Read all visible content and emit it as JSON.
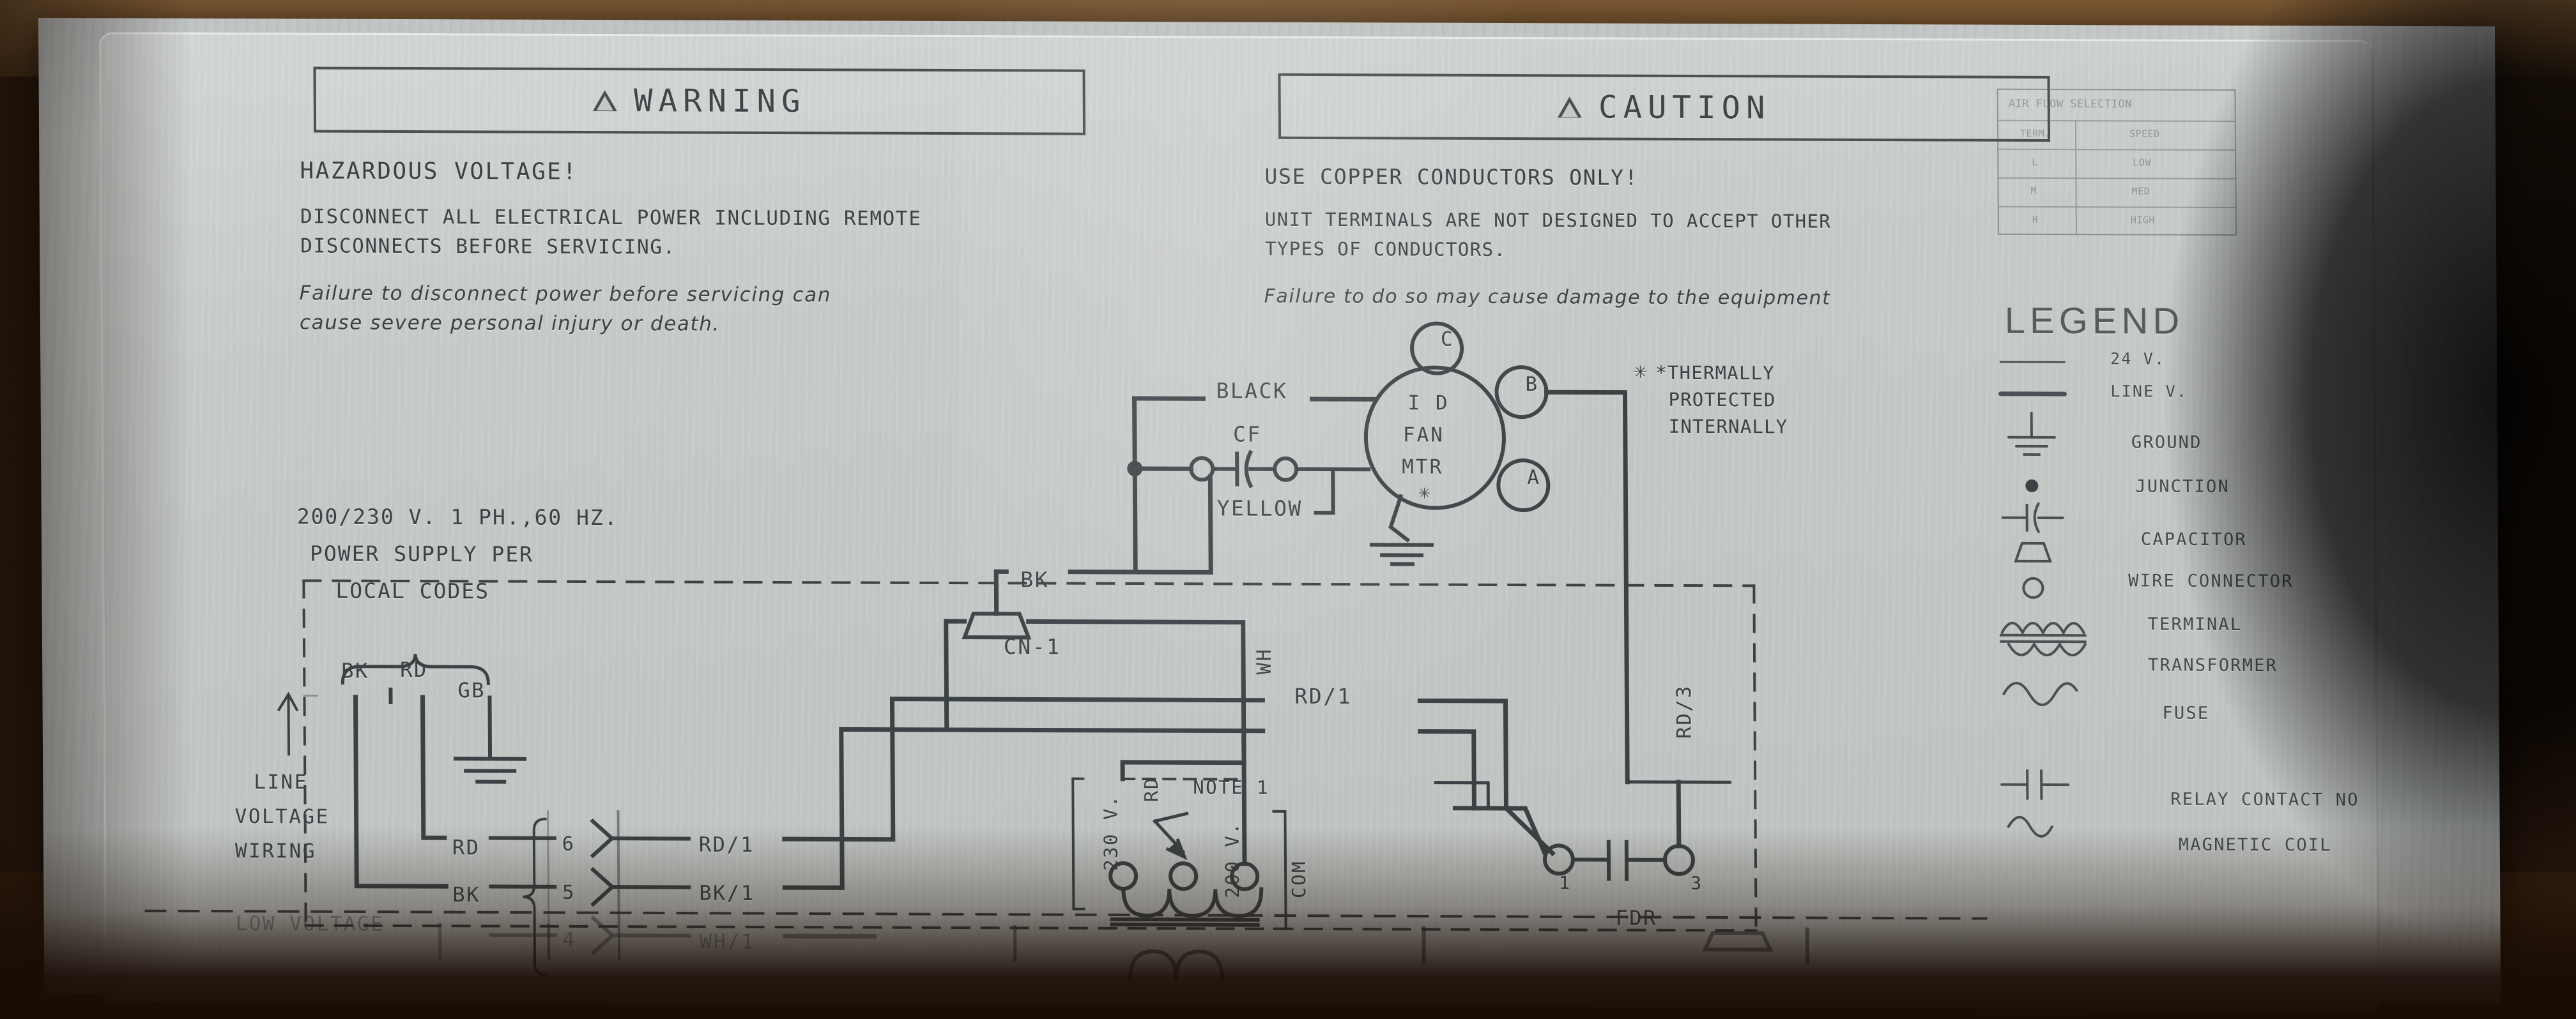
{
  "label": {
    "type": "hvac-wiring-diagram-nameplate",
    "warning": {
      "header": "WARNING",
      "icon": "warning-triangle-icon",
      "headline": "HAZARDOUS VOLTAGE!",
      "body_line_1": "DISCONNECT ALL ELECTRICAL POWER INCLUDING REMOTE",
      "body_line_2": "DISCONNECTS BEFORE SERVICING.",
      "italic_line_1": "Failure to disconnect power before servicing can",
      "italic_line_2": "cause severe personal injury or death."
    },
    "caution": {
      "header": "CAUTION",
      "icon": "warning-triangle-icon",
      "headline": "USE COPPER CONDUCTORS ONLY!",
      "body_line_1": "UNIT TERMINALS ARE NOT DESIGNED TO ACCEPT OTHER",
      "body_line_2": "TYPES OF CONDUCTORS.",
      "italic_line_1": "Failure to do so may cause damage to the equipment"
    },
    "airflow_table": {
      "title": "AIR FLOW SELECTION",
      "columns": [
        "TERM.",
        "SPEED"
      ],
      "rows": [
        [
          "L",
          "LOW"
        ],
        [
          "M",
          "MED"
        ],
        [
          "H",
          "HIGH"
        ]
      ]
    },
    "legend": {
      "title": "LEGEND",
      "items": [
        {
          "symbol": "thin-line-symbol",
          "label": "24 V."
        },
        {
          "symbol": "thick-line-symbol",
          "label": "LINE V."
        },
        {
          "symbol": "ground-symbol",
          "label": "GROUND"
        },
        {
          "symbol": "junction-dot-symbol",
          "label": "JUNCTION"
        },
        {
          "symbol": "capacitor-symbol",
          "label": "CAPACITOR"
        },
        {
          "symbol": "wire-connector-symbol",
          "label": "WIRE CONNECTOR"
        },
        {
          "symbol": "terminal-circle-symbol",
          "label": "TERMINAL"
        },
        {
          "symbol": "transformer-symbol",
          "label": "TRANSFORMER"
        },
        {
          "symbol": "fuse-symbol",
          "label": "FUSE"
        },
        {
          "symbol": "relay-contact-no-symbol",
          "label": "RELAY CONTACT NO"
        },
        {
          "symbol": "magnetic-coil-symbol",
          "label": "MAGNETIC COIL"
        }
      ]
    },
    "supply_note": {
      "line_1": "200/230 V. 1 PH.,60 HZ.",
      "line_2": "POWER SUPPLY PER",
      "line_3": "LOCAL CODES"
    },
    "wiring_zone_upper": "LINE\nVOLTAGE\nWIRING",
    "wiring_zone_lower": "LOW VOLTAGE",
    "thermal_note": "*THERMALLY\nPROTECTED\nINTERNALLY",
    "thermal_note_lines": [
      "*THERMALLY",
      "PROTECTED",
      "INTERNALLY"
    ],
    "motor": {
      "name": "ID FAN MTR",
      "text_line_1": "I D",
      "text_line_2": "FAN",
      "text_line_3": "MTR",
      "asterisk": "✳",
      "terminals": [
        "C",
        "B",
        "A"
      ]
    },
    "wire_labels": {
      "black": "BLACK",
      "cf": "CF",
      "yellow": "YELLOW",
      "bk_top": "BK",
      "cn1": "CN-1",
      "wh_vert": "WH",
      "rd_1_mid": "RD/1",
      "rd_3_vert": "RD/3",
      "bk_supply": "BK",
      "rd_supply": "RD",
      "gb_ground": "GB",
      "rd_term": "RD",
      "bk_term": "BK",
      "term_6": "6",
      "term_5": "5",
      "term_4": "4",
      "rd_1_out": "RD/1",
      "bk_1_out": "BK/1",
      "wh_1_out": "WH/1",
      "fdr": "FDR",
      "fdr_term_1": "1",
      "fdr_term_3": "3",
      "xfmr_230": "230 V.",
      "xfmr_rd": "RD",
      "xfmr_note": "NOTE 1",
      "xfmr_200": "200 V.",
      "xfmr_com": "COM"
    },
    "colors": {
      "panel_metal": "#c4c8c7",
      "ink": "#3b4245",
      "wood_background": "#4a3019",
      "shadow": "#190d05"
    }
  }
}
